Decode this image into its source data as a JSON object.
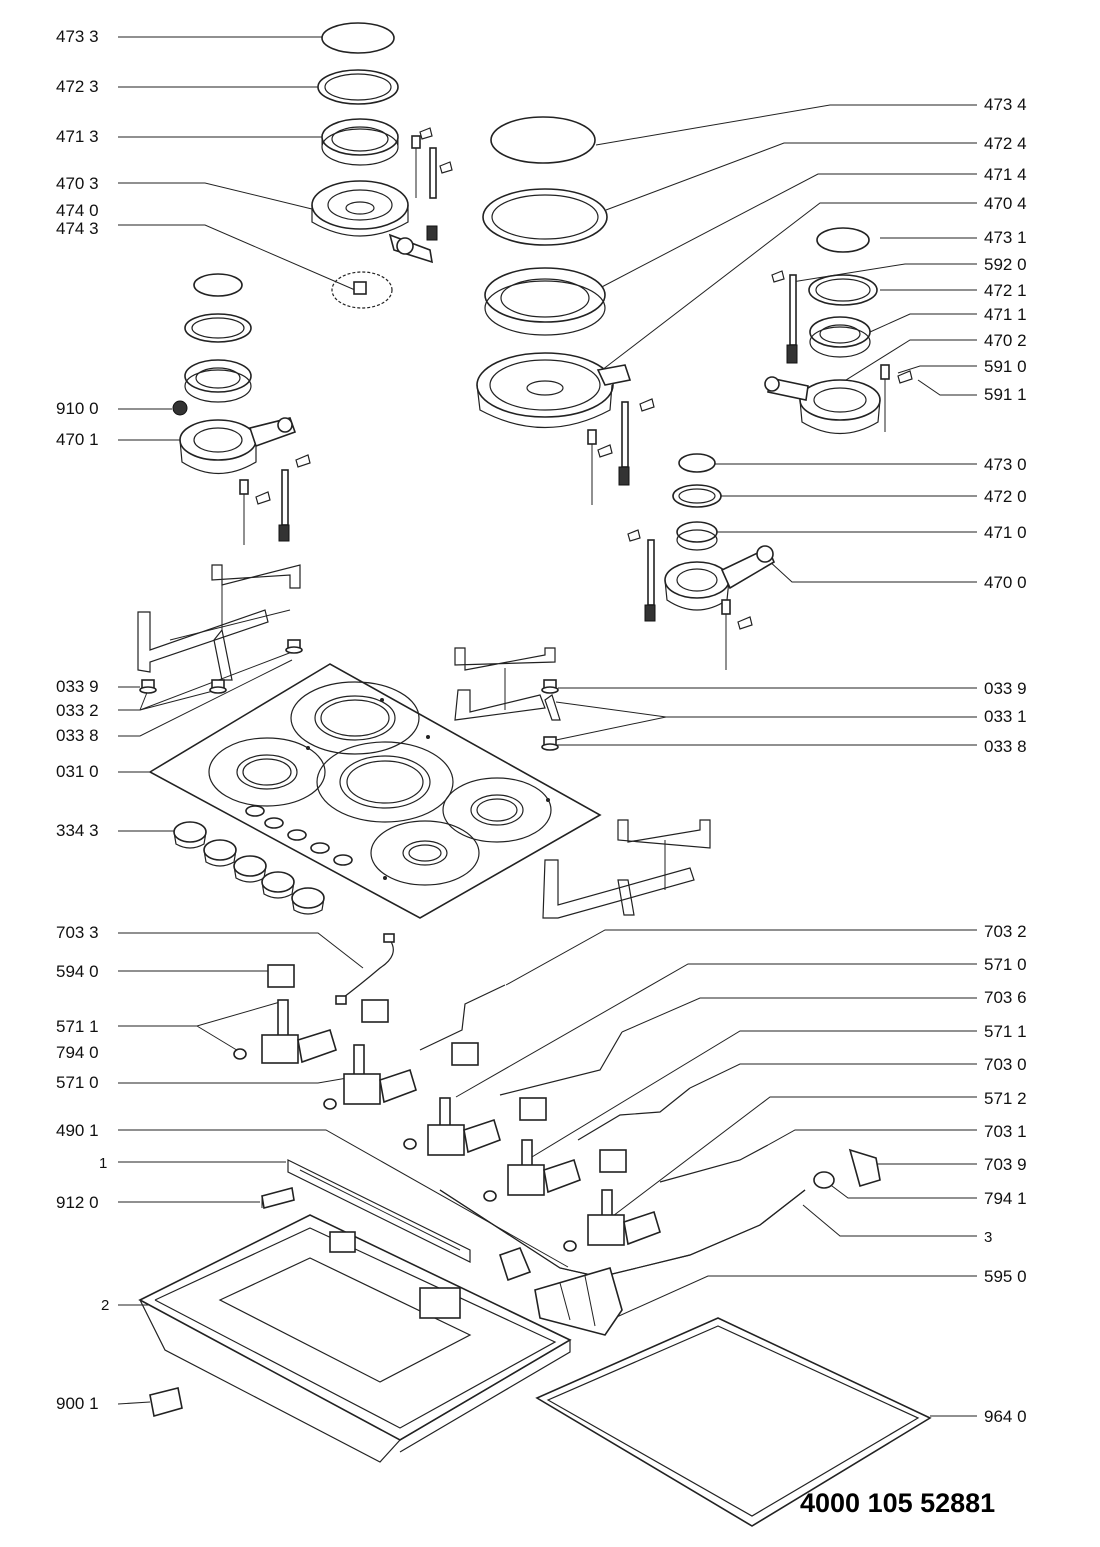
{
  "left_labels": [
    "473 3",
    "472 3",
    "471 3",
    "470 3",
    "474 0",
    "474 3",
    "910 0",
    "470 1",
    "033 9",
    "033 2",
    "033 8",
    "031 0",
    "334 3",
    "703 3",
    "594 0",
    "571 1",
    "794 0",
    "571 0",
    "490 1",
    "1",
    "912 0",
    "2",
    "900 1"
  ],
  "right_labels": [
    "473 4",
    "472 4",
    "471 4",
    "470 4",
    "473 1",
    "592 0",
    "472 1",
    "471 1",
    "470 2",
    "591 0",
    "591 1",
    "473 0",
    "472 0",
    "471 0",
    "470 0",
    "033 9",
    "033 1",
    "033 8",
    "703 2",
    "571 0",
    "703 6",
    "571 1",
    "703 0",
    "571 2",
    "703 1",
    "703 9",
    "794 1",
    "3",
    "595 0",
    "964 0"
  ],
  "document_number": "4000 105 52881"
}
